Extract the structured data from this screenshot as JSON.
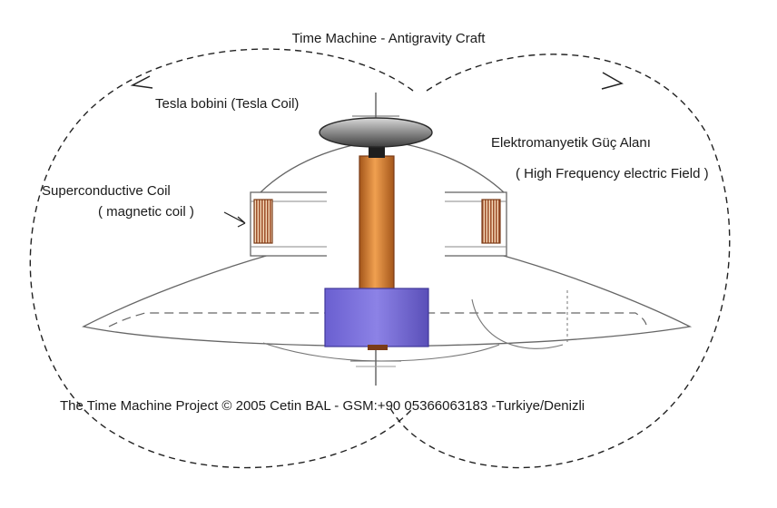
{
  "title": "Time Machine - Antigravity Craft",
  "labels": {
    "tesla_coil": "Tesla bobini (Tesla Coil)",
    "em_field_line1": "Elektromanyetik Güç Alanı",
    "em_field_line2": "( High Frequency electric Field )",
    "superconductive_line1": "Superconductive Coil",
    "superconductive_line2": "( magnetic coil )"
  },
  "footer": "The Time Machine Project © 2005 Cetin BAL - GSM:+90  05366063183 -Turkiye/Denizli",
  "colors": {
    "copper_rod": "#d9822b",
    "copper_rod_dark": "#a4561a",
    "base_block": "#7b6fd6",
    "base_block_dark": "#5a4fb8",
    "torus": "#8a8a8a",
    "coil_winding": "#a0522d",
    "outline": "#555555"
  }
}
